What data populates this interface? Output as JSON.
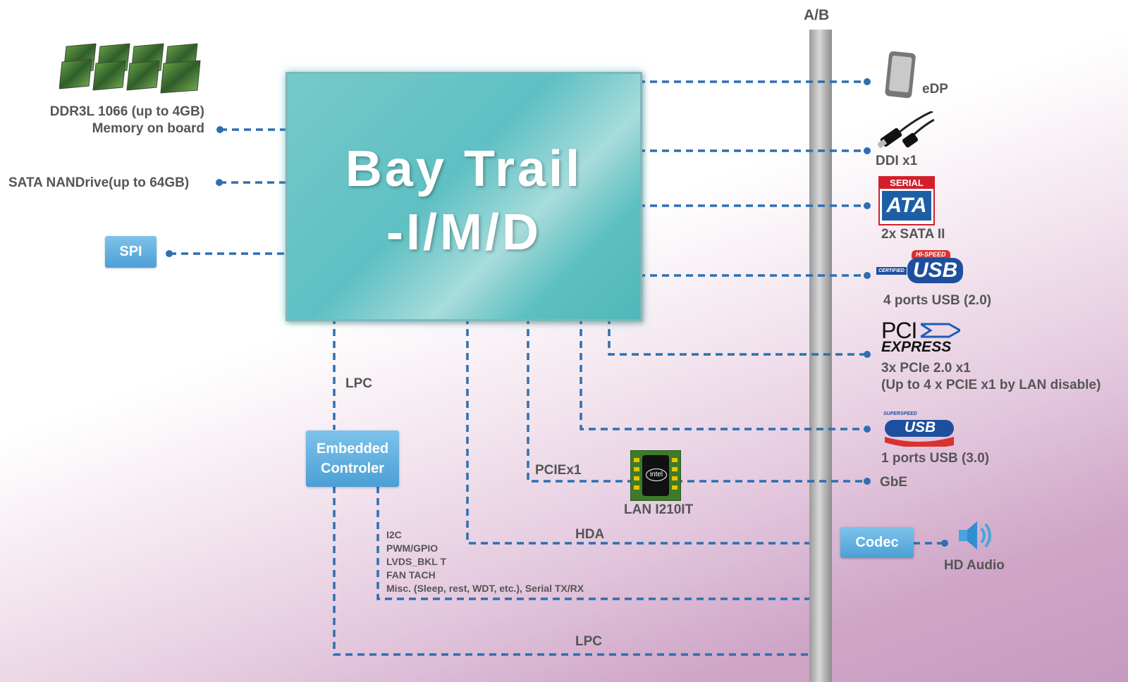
{
  "bus_label": "A/B",
  "soc_title": "Bay Trail\n-I/M/D",
  "left": {
    "memory_line1": "DDR3L 1066 (up to 4GB)",
    "memory_line2": "Memory on board",
    "sata_nand": "SATA NANDrive(up to 64GB)",
    "spi": "SPI"
  },
  "right": {
    "edp": "eDP",
    "ddi": "DDI x1",
    "sata_logo_top": "SERIAL",
    "sata_logo_main": "ATA",
    "sata": "2x SATA II",
    "usb2_logo_badge": "HI-SPEED",
    "usb2_logo_small": "CERTIFIED",
    "usb2_logo_main": "USB",
    "usb2": "4 ports USB (2.0)",
    "pcie_logo_top": "PCI",
    "pcie_logo_bottom": "EXPRESS",
    "pcie_line1": "3x PCIe 2.0 x1",
    "pcie_line2": "(Up to 4 x PCIE x1 by LAN disable)",
    "usb3_logo_top": "SUPERSPEED",
    "usb3_logo_main": "USB",
    "usb3": "1 ports USB (3.0)",
    "gbe": "GbE",
    "codec": "Codec",
    "hd_audio": "HD Audio"
  },
  "bottom": {
    "lpc_top": "LPC",
    "embedded_controller": "Embedded Controler",
    "pciex1": "PCIEx1",
    "lan_chip_logo": "intel",
    "lan": "LAN I210IT",
    "hda": "HDA",
    "ec_signals": [
      "I2C",
      "PWM/GPIO",
      "LVDS_BKL T",
      "FAN TACH",
      "Misc. (Sleep, rest, WDT, etc.), Serial TX/RX"
    ],
    "lpc_bottom": "LPC"
  },
  "colors": {
    "line": "#2d6fb2",
    "soc": "#5fc0c3",
    "button": "#5aa8dc",
    "usb_blue": "#1e4f9f",
    "usb_red": "#d9322e",
    "sata_red": "#d21f2b"
  },
  "icons": [
    "memory-modules-icon",
    "tablet-icon",
    "usb-cable-icon",
    "sata-logo-icon",
    "usb-hi-speed-logo-icon",
    "pci-express-logo-icon",
    "usb-superspeed-logo-icon",
    "intel-chip-icon",
    "speaker-icon"
  ]
}
